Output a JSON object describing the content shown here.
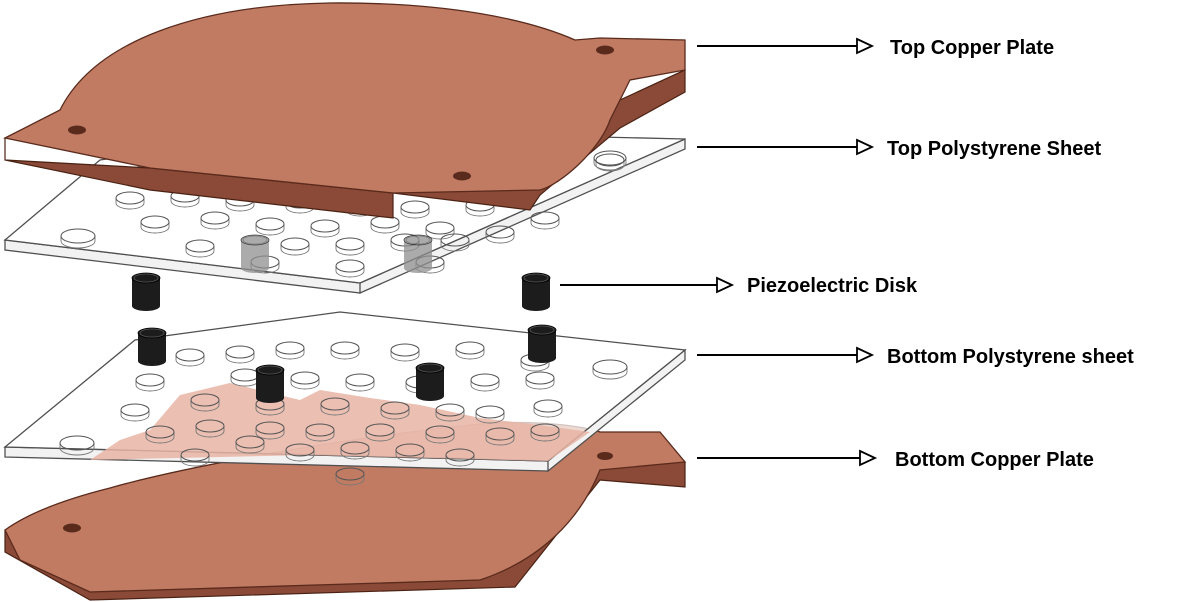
{
  "colors": {
    "copper_top": "#c07b62",
    "copper_side": "#8a4a37",
    "copper_shade": "#a86650",
    "sheet_fill": "#ffffff",
    "bottom_tint": "#e7b4a5",
    "disk_color": "#1c1c1c",
    "disk_ghost": "#8f8f8f"
  },
  "labels": {
    "top_copper_plate": "Top Copper Plate",
    "top_polystyrene_sheet": "Top Polystyrene Sheet",
    "piezoelectric_disk": "Piezoelectric Disk",
    "bottom_polystyrene_sheet": "Bottom Polystyrene sheet",
    "bottom_copper_plate": "Bottom Copper Plate"
  }
}
